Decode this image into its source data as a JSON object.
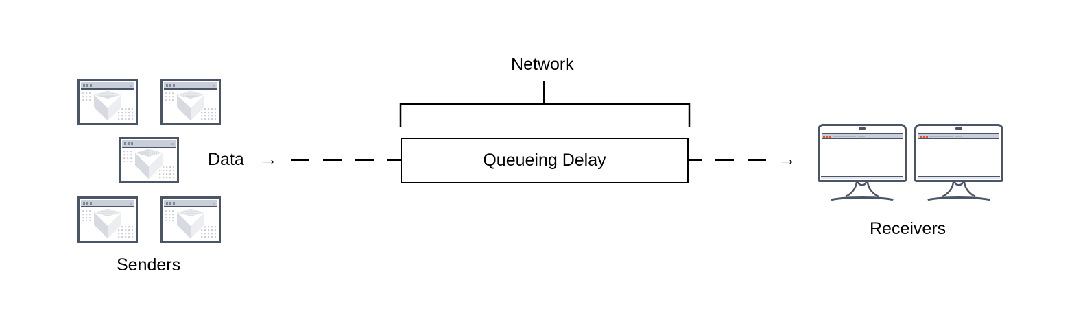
{
  "diagram": {
    "title_visible": false,
    "labels": {
      "network": "Network",
      "queueing_delay": "Queueing Delay",
      "data": "Data",
      "senders": "Senders",
      "receivers": "Receivers"
    },
    "icons": {
      "flow_arrow_left": "→",
      "flow_arrow_right": "→"
    },
    "colors": {
      "stroke_dark": "#4a5568",
      "chrome_gray": "#c9ced8",
      "cube_light": "#e8eaee",
      "cube_mid": "#d7dae1",
      "receiver_dot": "#f04a22",
      "line_black": "#000000",
      "background": "#ffffff"
    },
    "senders": {
      "label": "Senders",
      "count": 5,
      "nodes": [
        {
          "name": "sender-window-1",
          "row": "top",
          "column": "left"
        },
        {
          "name": "sender-window-2",
          "row": "top",
          "column": "right"
        },
        {
          "name": "sender-window-3",
          "row": "middle",
          "column": "center"
        },
        {
          "name": "sender-window-4",
          "row": "bottom",
          "column": "left"
        },
        {
          "name": "sender-window-5",
          "row": "bottom",
          "column": "right"
        }
      ]
    },
    "receivers": {
      "label": "Receivers",
      "count": 2,
      "nodes": [
        {
          "name": "receiver-monitor-1"
        },
        {
          "name": "receiver-monitor-2"
        }
      ]
    },
    "network": {
      "label": "Network",
      "contains": "Queueing Delay"
    },
    "flow": {
      "label": "Data",
      "ingress_dash_count": 3,
      "egress_dash_count": 2,
      "direction": "left-to-right"
    }
  }
}
